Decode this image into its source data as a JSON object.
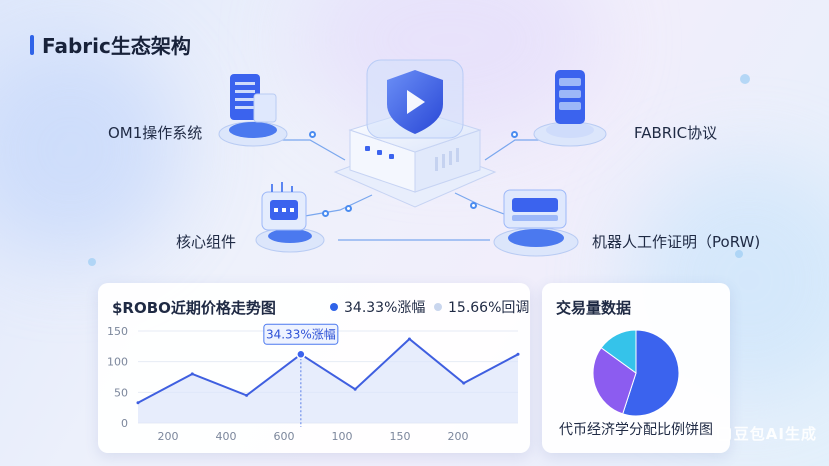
{
  "page": {
    "title": "Fabric生态架构"
  },
  "diagram": {
    "nodes": {
      "om1": "OM1操作系统",
      "fabric_protocol": "FABRIC协议",
      "core_components": "核心组件",
      "porw": "机器人工作证明（PoRW)"
    },
    "hub_icon": "shield-play-icon"
  },
  "line_card": {
    "title": "$ROBO近期价格走势图",
    "legend": [
      {
        "label": "34.33%涨幅",
        "color": "#2f63e8"
      },
      {
        "label": "15.66%回调",
        "color": "#c9d6ee"
      }
    ],
    "tooltip": "34.33%涨幅",
    "chart_data": {
      "type": "line",
      "title": "$ROBO近期价格走势图",
      "x_tick_labels": [
        "200",
        "400",
        "600",
        "100",
        "150",
        "200"
      ],
      "y_tick_labels": [
        "0",
        "50",
        "100",
        "150"
      ],
      "ylim": [
        0,
        150
      ],
      "series": [
        {
          "name": "34.33%涨幅",
          "values": [
            33,
            80,
            45,
            112,
            55,
            137,
            65,
            112
          ]
        }
      ],
      "highlight_index": 3,
      "grid": true,
      "area_fill": true
    }
  },
  "pie_card": {
    "title": "交易量数据",
    "caption": "代币经济学分配比例饼图",
    "chart_data": {
      "type": "pie",
      "slices": [
        {
          "value": 55,
          "color": "#3b63ee"
        },
        {
          "value": 30,
          "color": "#8c5cf0"
        },
        {
          "value": 15,
          "color": "#35c3ea"
        }
      ]
    }
  },
  "watermark": {
    "text": "豆包AI生成"
  },
  "colors": {
    "accent": "#2f63e8",
    "line": "#3f5fe0",
    "area_fill": "#dde5fb"
  }
}
